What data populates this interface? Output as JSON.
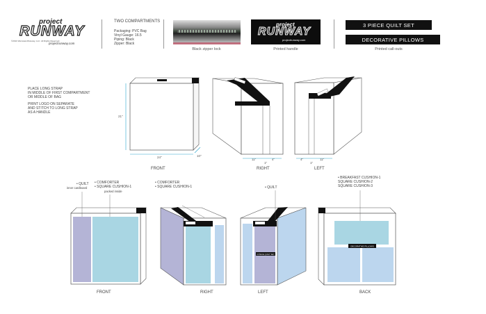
{
  "header": {
    "logo": {
      "line1": "project",
      "line2": "RUNWAY",
      "copyright": "©2010 Weinstein/Runway, LLC. All Rights Reserved.",
      "url": "projectrunway.com"
    },
    "specs": {
      "title": "TWO COMPARTMENTS",
      "lines": [
        "Packaging: PVC Bag",
        "Vinyl Gauge: 16.5",
        "Piping: Black",
        "Zipper: Black"
      ]
    },
    "zipper_caption": "Black zipper lock",
    "handle_logo": {
      "line1": "project",
      "line2": "RUNWAY",
      "url": "projectrunway.com"
    },
    "handle_caption": "Printed handle",
    "callouts": [
      "3 PIECE QUILT SET",
      "DECORATIVE PILLOWS"
    ],
    "callouts_caption": "Printed call-outs"
  },
  "notes": {
    "strap_note": "PLACE LONG STRAP\nIN MIDDLE OF FIRST COMPARTMENT\nOR MIDDLE OF BAG",
    "logo_note": "PRINT LOGO ON SEPARATE\nAND STITCH TO LONG STRAP\nAS A HANDLE"
  },
  "top_views": {
    "front": {
      "label": "FRONT",
      "height": "21\"",
      "width": "24\"",
      "depth": "10\""
    },
    "right": {
      "label": "RIGHT",
      "dim_a": "11\"",
      "dim_b": "4\"",
      "dim_c": "1\""
    },
    "left": {
      "label": "LEFT",
      "dim_a": "4\"",
      "dim_b": "11\"",
      "dim_c": "1\""
    }
  },
  "bottom_views": {
    "front": {
      "label": "FRONT",
      "quilt": "• QUILT",
      "quilt_sub": "inner cardboard",
      "comforter": "• COMFORTER\n• SQUARE CUSHION-1",
      "comforter_sub": "packed inside"
    },
    "right": {
      "label": "RIGHT",
      "note": "• COMFORTER\n• SQUARE CUSHION-1"
    },
    "left": {
      "label": "LEFT",
      "note": "• QUILT",
      "callout": "3 PIECE QUILT SET"
    },
    "back": {
      "label": "BACK",
      "note": "• BREAKFAST CUSHION-1\n  SQUARE CUSHION-2\n  SQUARE CUSHION-3",
      "callout": "DECORATIVE PILLOWS"
    }
  },
  "colors": {
    "purple": "#b4b4d6",
    "blue": "#a9d6e3",
    "light_blue": "#bcd6ee",
    "strap": "#111111"
  }
}
